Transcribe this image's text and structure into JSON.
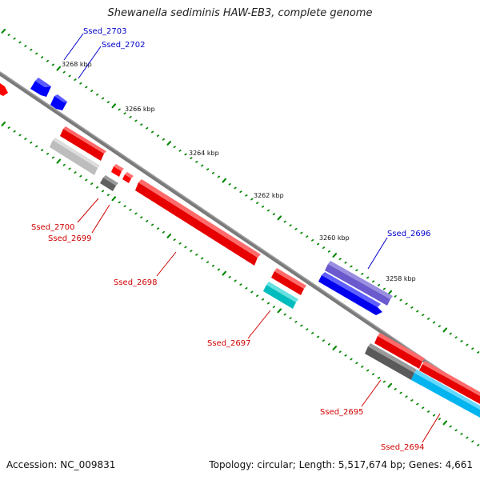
{
  "title": "Shewanella sediminis HAW-EB3, complete genome",
  "footer": {
    "accession": "Accession: NC_009831",
    "summary": "Topology: circular; Length: 5,517,674 bp; Genes: 4,661"
  },
  "colors": {
    "backbone": "#808080",
    "tick_green": "#008000",
    "label_red": "#d00000",
    "label_blue": "#0000cc",
    "red": "#ff0000",
    "blue": "#0000ff",
    "violet": "#6a5acd",
    "cyan": "#00cccc",
    "lightblue": "#00bfff",
    "gray": "#666666",
    "lightgray": "#c0c0c0"
  },
  "scale_ticks": [
    {
      "label": "3268 kbp"
    },
    {
      "label": "3266 kbp"
    },
    {
      "label": "3264 kbp"
    },
    {
      "label": "3262 kbp"
    },
    {
      "label": "3260 kbp"
    },
    {
      "label": "3258 kbp"
    }
  ],
  "genes": [
    {
      "name": "Ssed_2703",
      "label_color": "blue",
      "fill": "blue"
    },
    {
      "name": "Ssed_2702",
      "label_color": "blue",
      "fill": "blue"
    },
    {
      "name": "Ssed_2700",
      "label_color": "red",
      "fill": "gray"
    },
    {
      "name": "Ssed_2699",
      "label_color": "red",
      "fill": "red"
    },
    {
      "name": "Ssed_2698",
      "label_color": "red",
      "fill": "red"
    },
    {
      "name": "Ssed_2697",
      "label_color": "red",
      "fill": "cyan"
    },
    {
      "name": "Ssed_2696",
      "label_color": "blue",
      "fill": "violet"
    },
    {
      "name": "Ssed_2695",
      "label_color": "red",
      "fill": "gray"
    },
    {
      "name": "Ssed_2694",
      "label_color": "red",
      "fill": "lightblue"
    }
  ]
}
